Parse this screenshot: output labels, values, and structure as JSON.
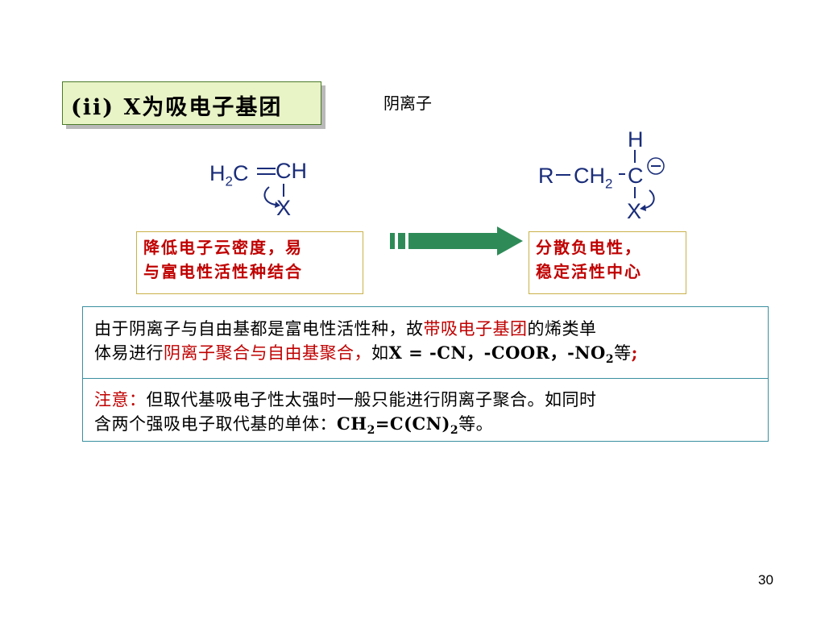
{
  "title": {
    "text": "(ii)  X为吸电子基团"
  },
  "anion_label": "阴离子",
  "left_structure": {
    "h2c": "H",
    "two": "2",
    "c": "C",
    "ch": "CH",
    "x": "X"
  },
  "right_structure": {
    "h": "H",
    "r": "R",
    "ch2": "CH",
    "two": "2",
    "c": "C",
    "minus": "−",
    "x": "X"
  },
  "left_note": {
    "line1": "降低电子云密度，易",
    "line2": "与富电性活性种结合"
  },
  "right_note": {
    "line1": "分散负电性，",
    "line2": "稳定活性中心"
  },
  "paragraph1": {
    "line1_a": "由于阴离子与自由基都是富电性活性种，故",
    "line1_b": "带吸电子基团",
    "line1_c": "的烯类单",
    "line2_a": "体易进行",
    "line2_b": "阴离子聚合与自由基聚合，",
    "line2_c": "如",
    "line2_d": "X = -CN，-COOR，-NO",
    "line2_sub": "2",
    "line2_e": "等",
    "line2_f": ";"
  },
  "paragraph2": {
    "note_label": "注意：",
    "line1": "但取代基吸电子性太强时一般只能进行阴离子聚合。如同时",
    "line2_a": "含两个强吸电子取代基的单体：",
    "line2_b": "CH",
    "line2_sub1": "2",
    "line2_c": "=C(CN)",
    "line2_sub2": "2",
    "line2_d": "等。"
  },
  "page_number": "30",
  "colors": {
    "accent_red": "#c00000",
    "chem_blue": "#1a2d7a",
    "arrow_green": "#2e8b57",
    "title_bg": "#e8f3c6"
  }
}
